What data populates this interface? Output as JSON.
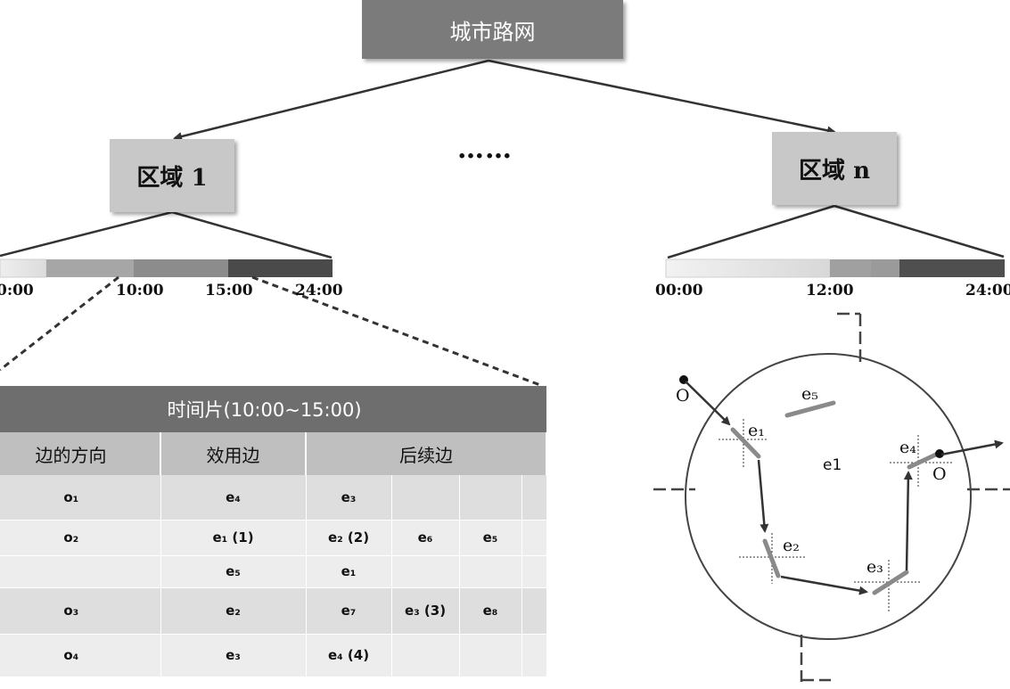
{
  "root": {
    "label": "城市路网"
  },
  "regions": [
    {
      "label": "区域 1"
    },
    {
      "label": "区域 n"
    }
  ],
  "ellipsis": "……",
  "timeline1": {
    "ticks": [
      "0:00",
      "10:00",
      "15:00",
      "24:00"
    ]
  },
  "timelineN": {
    "ticks": [
      "00:00",
      "12:00",
      "24:00"
    ]
  },
  "table": {
    "title": "时间片(10:00~15:00)",
    "headers": {
      "direction": "边的方向",
      "utility": "效用边",
      "successor": "后续边"
    },
    "rows": [
      {
        "dir": "o₁",
        "util": "e₄",
        "next": [
          "e₃",
          "",
          "",
          ""
        ],
        "shade": "shade"
      },
      {
        "dir": "o₂",
        "util": "e₁ (1)",
        "next": [
          "e₂ (2)",
          "e₆",
          "e₅",
          ""
        ],
        "shade": "light"
      },
      {
        "dir": "",
        "util": "e₅",
        "next": [
          "e₁",
          "",
          "",
          ""
        ],
        "shade": "light"
      },
      {
        "dir": "o₃",
        "util": "e₂",
        "next": [
          "e₇",
          "e₃ (3)",
          "e₈",
          ""
        ],
        "shade": "shade"
      },
      {
        "dir": "o₄",
        "util": "e₃",
        "next": [
          "e₄ (4)",
          "",
          "",
          ""
        ],
        "shade": "light"
      }
    ]
  },
  "diagram": {
    "labels": {
      "origin": "O",
      "dest": "O",
      "e1": "e₁",
      "e2": "e₂",
      "e3": "e₃",
      "e4": "e₄",
      "e5": "e₅",
      "center": "e1"
    }
  },
  "colors": {
    "root_bg": "#7b7b7b",
    "region_bg": "#c8c8c8",
    "header_bg": "#6e6e6e",
    "subheader_bg": "#bfbfbf"
  }
}
